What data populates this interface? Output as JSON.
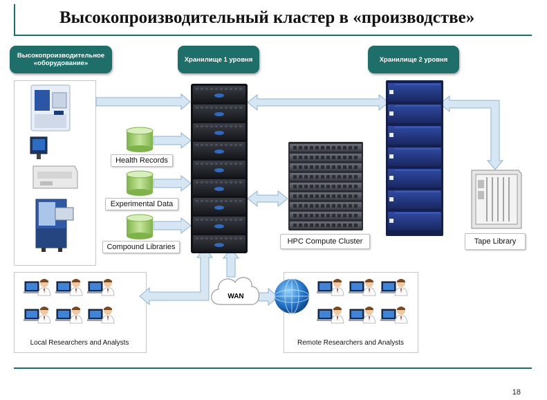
{
  "slide": {
    "title": "Высокопроизводительный кластер в «производстве»",
    "page_number": "18"
  },
  "tags": {
    "equipment_line1": "Высокопроизводительное",
    "equipment_line2": "«оборудование»",
    "storage1": "Хранилище 1 уровня",
    "storage2": "Хранилище 2 уровня"
  },
  "labels": {
    "health_records": "Health Records",
    "experimental_data": "Experimental Data",
    "compound_libraries": "Compound Libraries",
    "hpc_cluster": "HPC Compute Cluster",
    "tape_library": "Tape Library",
    "wan": "WAN",
    "local_researchers": "Local Researchers and Analysts",
    "remote_researchers": "Remote Researchers and Analysts"
  },
  "colors": {
    "teal": "#1e6e69",
    "arrow_fill": "#d6e6f3",
    "arrow_stroke": "#8fb3d3",
    "rack_dark": "#1f2126",
    "rack_blue": "#24377d",
    "db_green": "#9fcf6a"
  }
}
